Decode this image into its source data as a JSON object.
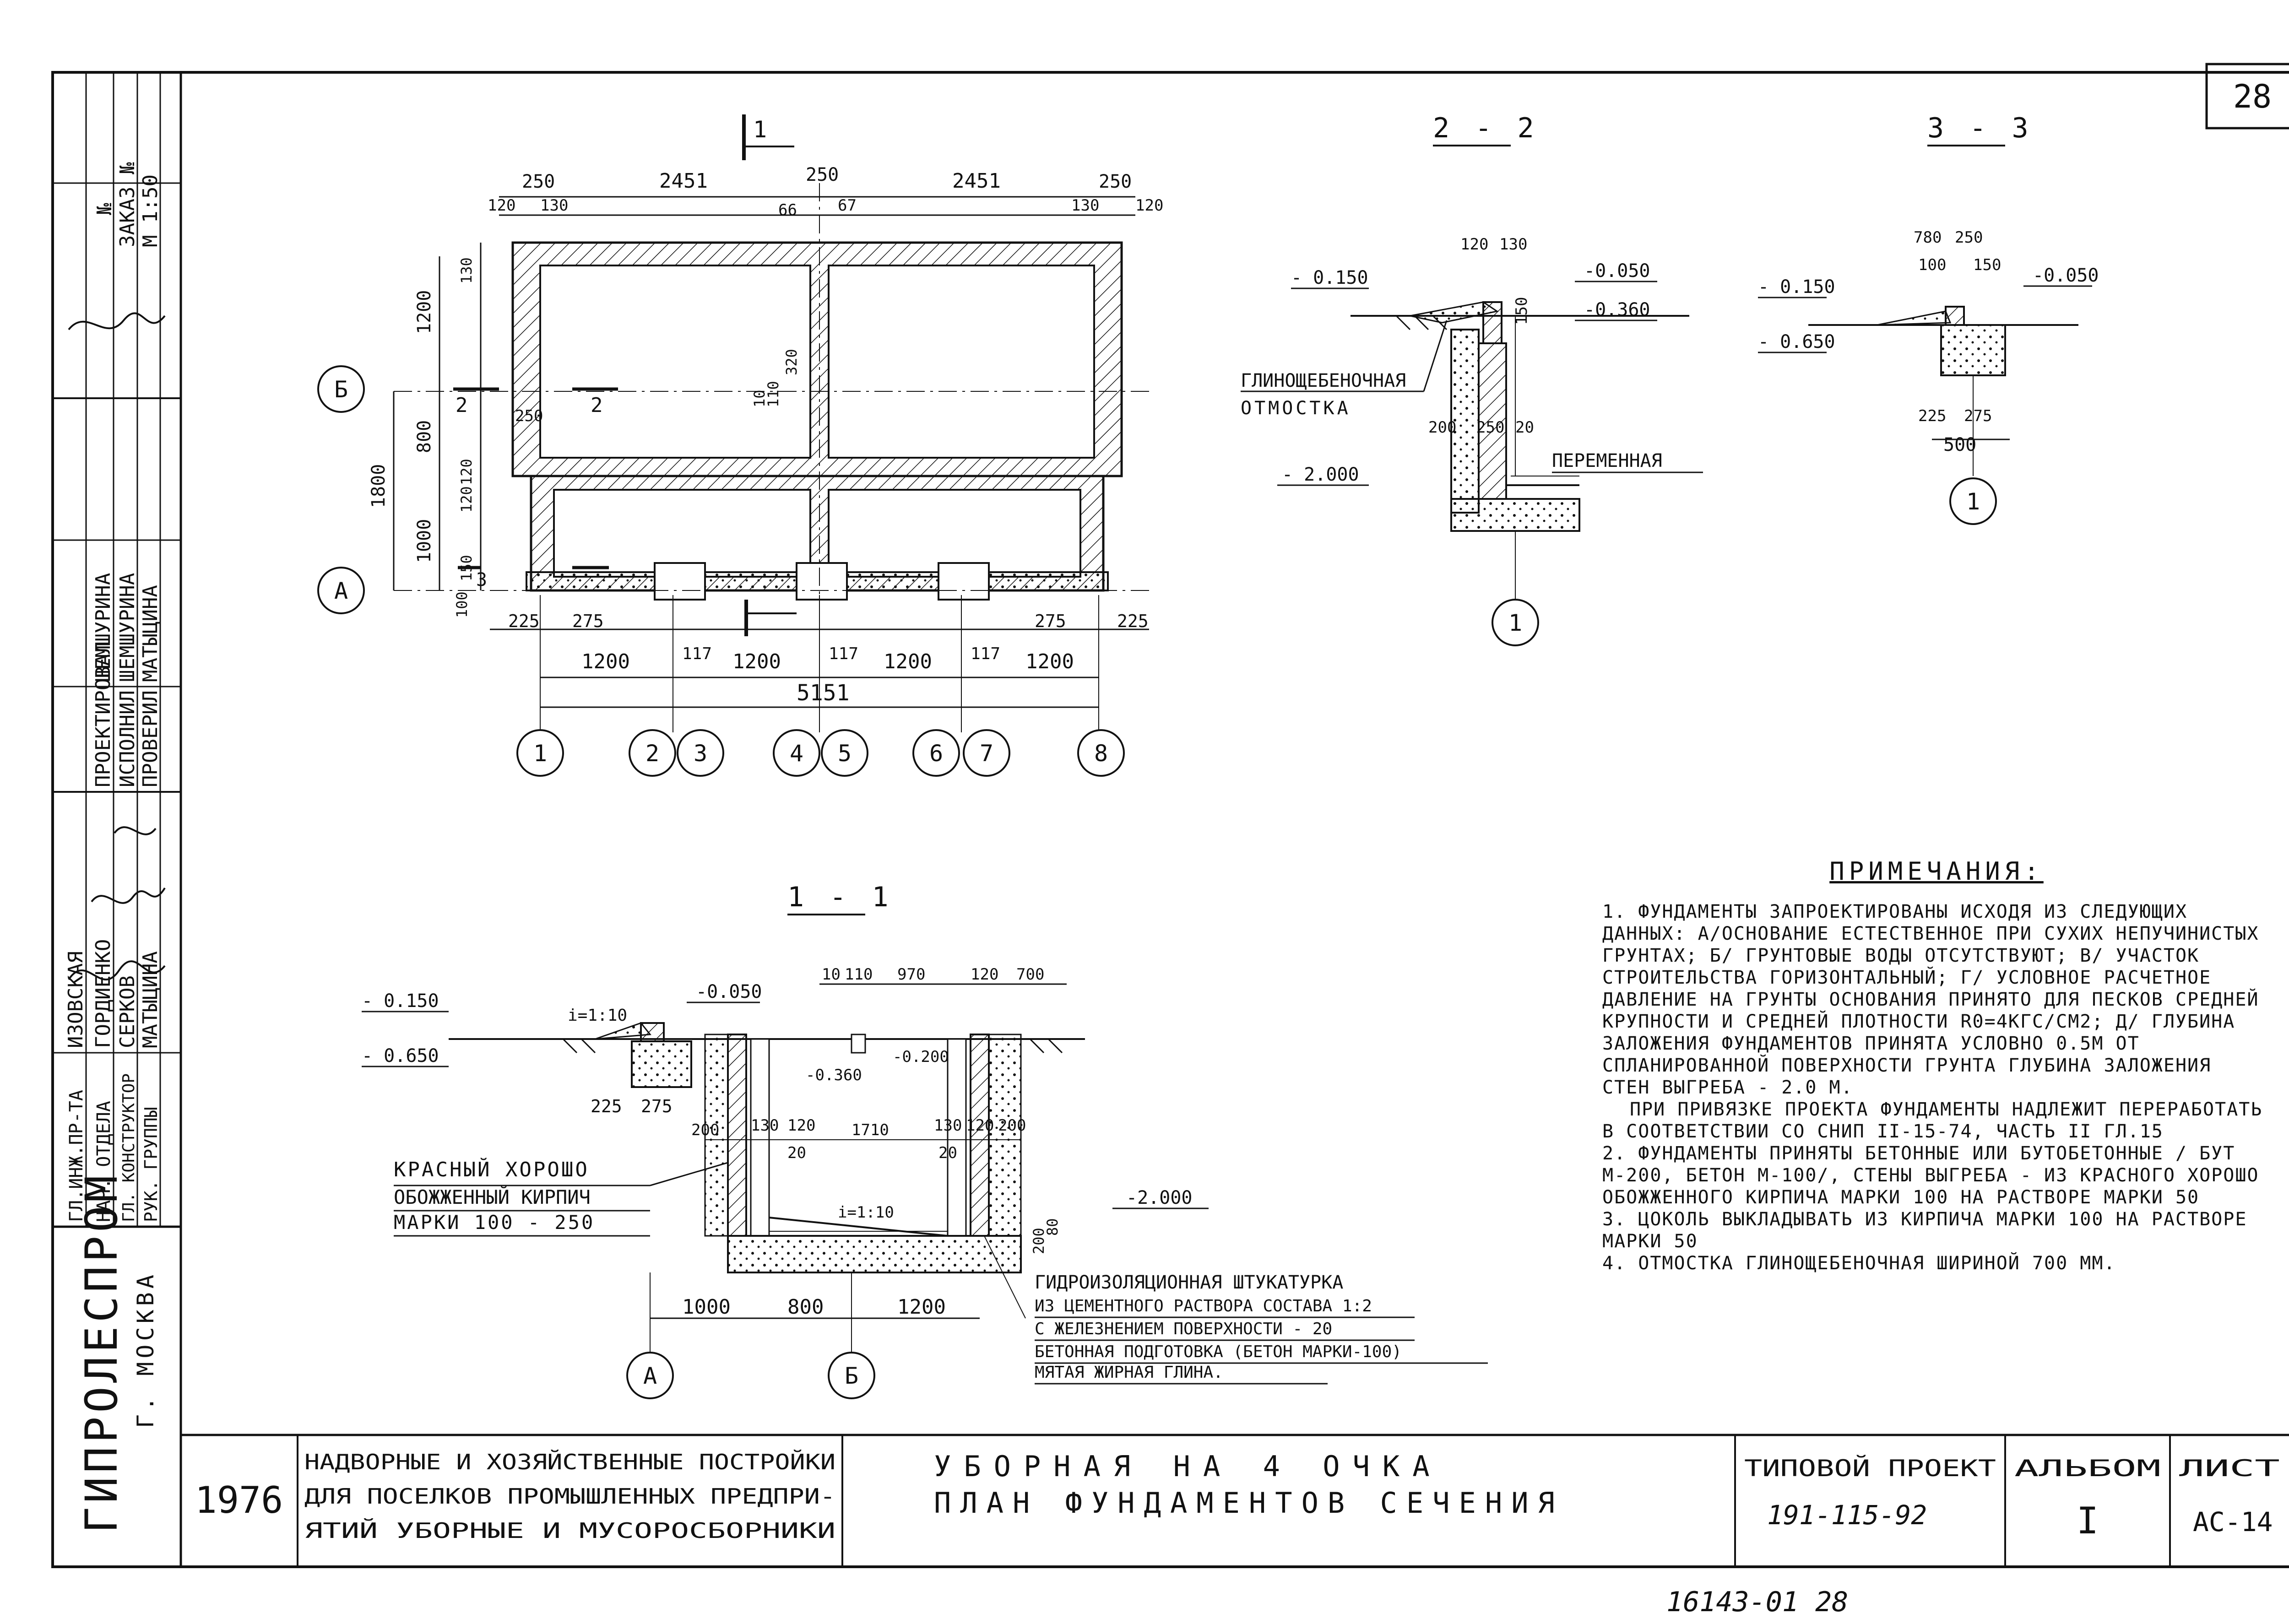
{
  "sheet_number": "28",
  "stamp": {
    "org": "ГИПРОЛЕСПРОМ",
    "city": "Г. МОСКВА",
    "roles": [
      "ГЛ.ИНЖ.ПР-ТА",
      "НАЧ. ОТДЕЛА",
      "ГЛ. КОНСТРУКТОР",
      "РУК. ГРУППЫ"
    ],
    "names": [
      "ИЗОВСКАЯ",
      "ГОРДИЕНКО",
      "СЕРКОВ",
      "МАТЫЦИНА"
    ],
    "roles2": [
      "ПРОЕКТИРОВАЛ",
      "ИСПОЛНИЛ",
      "ПРОВЕРИЛ"
    ],
    "names2": [
      "ШЕМШУРИНА",
      "ШЕМШУРИНА",
      "МАТЫЦИНА"
    ],
    "order": "ЗАКАЗ №",
    "inv": "№",
    "scale": "М 1:50"
  },
  "title_block": {
    "year": "1976",
    "project_desc": [
      "НАДВОРНЫЕ И ХОЗЯЙСТВЕННЫЕ ПОСТРОЙКИ",
      "ДЛЯ ПОСЕЛКОВ ПРОМЫШЛЕННЫХ ПРЕДПРИ-",
      "ЯТИЙ УБОРНЫЕ И МУСОРОСБОРНИКИ"
    ],
    "title_line1": "УБОРНАЯ НА 4 ОЧКА",
    "title_line2": "ПЛАН ФУНДАМЕНТОВ СЕЧЕНИЯ",
    "type_label": "ТИПОВОЙ ПРОЕКТ",
    "type_value": "191-115-92",
    "album_label": "АЛЬБОМ",
    "album_value": "I",
    "sheet_label": "ЛИСТ",
    "sheet_value": "АС-14",
    "bottom_code": "16143-01 28"
  },
  "plan": {
    "section_mark": "1",
    "top_dims": [
      "250",
      "2451",
      "250",
      "2451",
      "250"
    ],
    "top_sub": [
      "120",
      "130",
      "66",
      "67",
      "130",
      "120"
    ],
    "left_dims": [
      "1200",
      "800",
      "1000",
      "130",
      "120",
      "120",
      "150",
      "1800"
    ],
    "inner": [
      "10",
      "110",
      "320"
    ],
    "bottom_dims": [
      "225",
      "275",
      "1200",
      "117",
      "1200",
      "117",
      "1200",
      "117",
      "1200",
      "275",
      "225",
      "5151"
    ],
    "small": [
      "250",
      "100",
      "3",
      "275",
      "275",
      "225",
      "2",
      "3"
    ],
    "axes_rows": [
      "Б",
      "А"
    ],
    "axes_cols": [
      "1",
      "2",
      "3",
      "4",
      "5",
      "6",
      "7",
      "8"
    ]
  },
  "section22": {
    "title": "2 - 2",
    "labels": [
      "- 0.150",
      "-0.050",
      "-0.360",
      "- 2.000",
      "120",
      "130",
      "150",
      "200",
      "250",
      "20"
    ],
    "otmostka": [
      "ГЛИНОЩЕБЕНОЧНАЯ",
      "ОТМОСТКА"
    ],
    "variable": "ПЕРЕМЕННАЯ",
    "axis": "1"
  },
  "section33": {
    "title": "3 - 3",
    "labels": [
      "780",
      "250",
      "100",
      "150",
      "-0.050",
      "- 0.150",
      "- 0.650",
      "225",
      "275",
      "500"
    ],
    "axis": "1"
  },
  "section11": {
    "title": "1 - 1",
    "labels": [
      "- 0.150",
      "- 0.650",
      "-0.050",
      "i=1:10",
      "225",
      "275",
      "10",
      "110",
      "970",
      "120",
      "700",
      "-0.360",
      "-0.200",
      "200",
      "130",
      "120",
      "20",
      "1710",
      "130",
      "120",
      "200",
      "20",
      "-2.000",
      "i=1:10",
      "200",
      "80",
      "1000",
      "800",
      "1200"
    ],
    "brick": [
      "КРАСНЫЙ ХОРОШО",
      "ОБОЖЖЕННЫЙ КИРПИЧ",
      "МАРКИ 100 - 250"
    ],
    "legend": [
      "ГИДРОИЗОЛЯЦИОННАЯ ШТУКАТУРКА",
      "ИЗ ЦЕМЕНТНОГО РАСТВОРА СОСТАВА 1:2",
      "С ЖЕЛЕЗНЕНИЕМ ПОВЕРХНОСТИ - 20",
      "БЕТОННАЯ ПОДГОТОВКА (БЕТОН МАРКИ-100)",
      "МЯТАЯ ЖИРНАЯ ГЛИНА."
    ],
    "axes": [
      "А",
      "Б"
    ]
  },
  "notes": {
    "title": "ПРИМЕЧАНИЯ:",
    "items": [
      "1. ФУНДАМЕНТЫ ЗАПРОЕКТИРОВАНЫ ИСХОДЯ ИЗ СЛЕДУЮЩИХ ДАННЫХ: а/ОСНОВАНИЕ ЕСТЕСТВЕННОЕ ПРИ СУХИХ НЕПУЧИНИСТЫХ ГРУНТАХ; б/ ГРУНТОВЫЕ ВОДЫ ОТСУТСТВУЮТ; в/ УЧАСТОК СТРОИТЕЛЬСТВА ГОРИЗОНТАЛЬНЫЙ; г/ УСЛОВНОЕ РАСЧЕТНОЕ ДАВЛЕНИЕ НА ГРУНТЫ ОСНОВАНИЯ ПРИНЯТО ДЛЯ ПЕСКОВ СРЕДНЕЙ КРУПНОСТИ И СРЕДНЕЙ ПЛОТНОСТИ R0=4КГС/СМ2; д/ ГЛУБИНА ЗАЛОЖЕНИЯ ФУНДАМЕНТОВ ПРИНЯТА УСЛОВНО 0.5М ОТ СПЛАНИРОВАННОЙ ПОВЕРХНОСТИ ГРУНТА ГЛУБИНА ЗАЛОЖЕНИЯ СТЕН ВЫГРЕБА - 2.0 М.",
      "ПРИ ПРИВЯЗКЕ ПРОЕКТА ФУНДАМЕНТЫ НАДЛЕЖИТ ПЕРЕРАБОТАТЬ В СООТВЕТСТВИИ СО СНИП II-15-74, ЧАСТЬ II ГЛ.15",
      "2. ФУНДАМЕНТЫ ПРИНЯТЫ БЕТОННЫЕ ИЛИ БУТОБЕТОННЫЕ / БУТ М-200, БЕТОН М-100/, СТЕНЫ ВЫГРЕБА - ИЗ КРАСНОГО ХОРОШО ОБОЖЖЕННОГО КИРПИЧА МАРКИ 100 НА РАСТВОРЕ МАРКИ 50",
      "3. ЦОКОЛЬ ВЫКЛАДЫВАТЬ ИЗ КИРПИЧА МАРКИ 100 НА РАСТВОРЕ МАРКИ 50",
      "4. ОТМОСТКА ГЛИНОЩЕБЕНОЧНАЯ ШИРИНОЙ 700 ММ."
    ]
  }
}
